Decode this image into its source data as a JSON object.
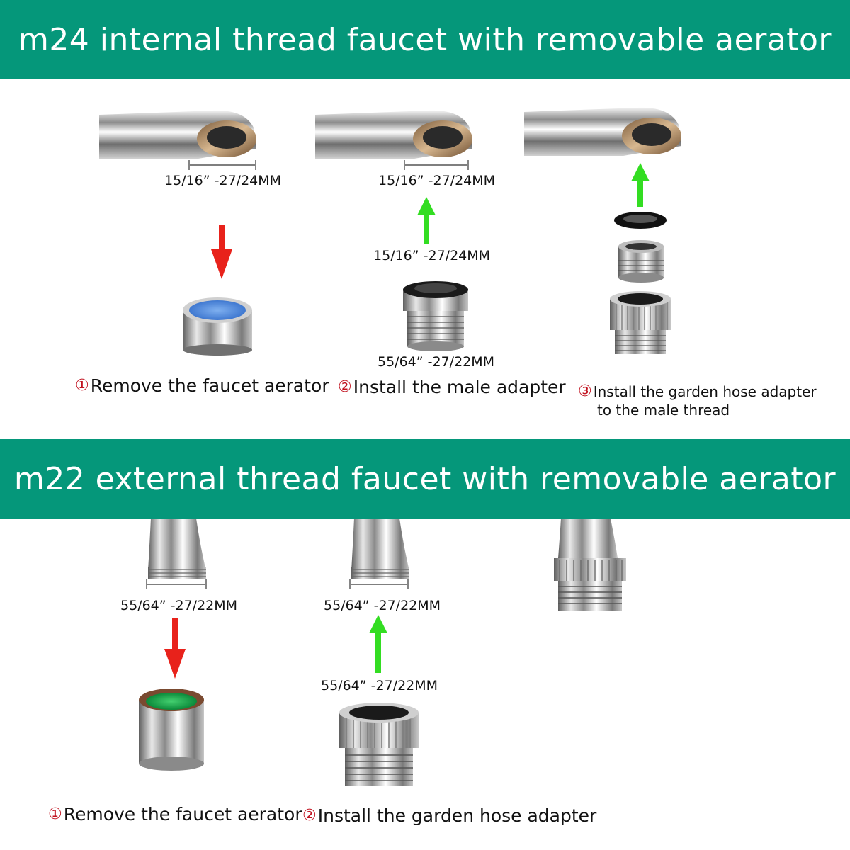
{
  "sections": [
    {
      "title": "m24 internal thread faucet with removable aerator",
      "labels": {
        "faucet1": "15/16” -27/24MM",
        "faucet2": "15/16” -27/24MM",
        "adapter_top": "15/16” -27/24MM",
        "adapter_bottom": "55/64” -27/22MM"
      },
      "steps": [
        {
          "num": "①",
          "text": "Remove the faucet aerator"
        },
        {
          "num": "②",
          "text": "Install the male adapter"
        },
        {
          "num": "③",
          "text": "Install the garden hose adapter",
          "text2": "to the male thread"
        }
      ]
    },
    {
      "title": "m22 external thread faucet with removable aerator",
      "labels": {
        "faucet1": "55/64” -27/22MM",
        "faucet2": "55/64” -27/22MM",
        "adapter_top": "55/64” -27/22MM"
      },
      "steps": [
        {
          "num": "①",
          "text": "Remove the faucet aerator"
        },
        {
          "num": "②",
          "text": "Install the garden hose adapter"
        }
      ]
    }
  ],
  "colors": {
    "banner": "#05977a",
    "remove_arrow": "#e8221b",
    "install_arrow": "#33dd22",
    "step_number": "#c1121f"
  }
}
